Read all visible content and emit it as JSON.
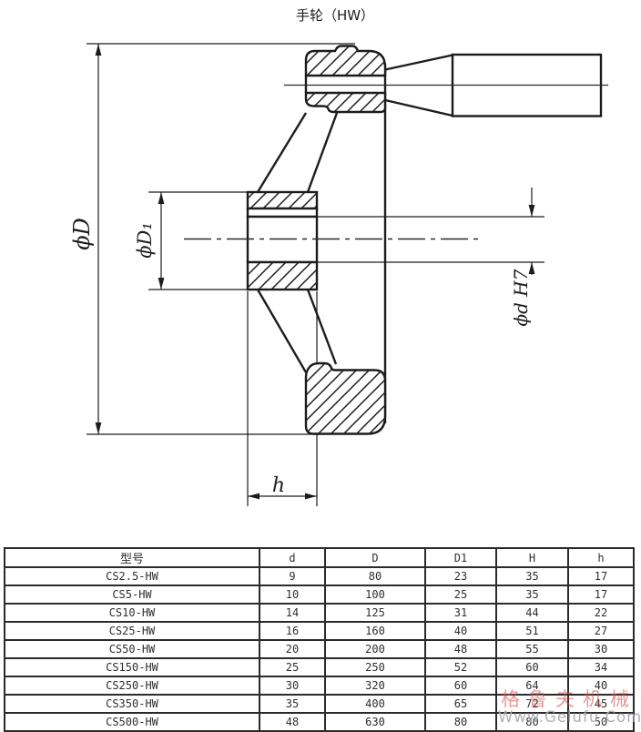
{
  "title": "手轮（HW）",
  "drawing": {
    "labels": {
      "outer_diameter": "ϕD",
      "hub_outer_diameter": "ϕD₁",
      "bore_diameter": "ϕd H7",
      "hub_width": "h"
    }
  },
  "table": {
    "headers": [
      "型号",
      "d",
      "D",
      "D1",
      "H",
      "h"
    ],
    "rows": [
      {
        "cells": [
          "CS2.5-HW",
          "9",
          "80",
          "23",
          "35",
          "17"
        ]
      },
      {
        "cells": [
          "CS5-HW",
          "10",
          "100",
          "25",
          "35",
          "17"
        ]
      },
      {
        "cells": [
          "CS10-HW",
          "14",
          "125",
          "31",
          "44",
          "22"
        ]
      },
      {
        "cells": [
          "CS25-HW",
          "16",
          "160",
          "40",
          "51",
          "27"
        ]
      },
      {
        "cells": [
          "CS50-HW",
          "20",
          "200",
          "48",
          "55",
          "30"
        ]
      },
      {
        "cells": [
          "CS150-HW",
          "25",
          "250",
          "52",
          "60",
          "34"
        ]
      },
      {
        "cells": [
          "CS250-HW",
          "30",
          "320",
          "60",
          "64",
          "40"
        ]
      },
      {
        "cells": [
          "CS350-HW",
          "35",
          "400",
          "65",
          "72",
          "45"
        ]
      },
      {
        "cells": [
          "CS500-HW",
          "48",
          "630",
          "80",
          "80",
          "50"
        ]
      }
    ]
  },
  "watermark": {
    "brand_cn": "格鲁夫机械",
    "url_text": "Www.Gelufu.Com"
  },
  "colors": {
    "line": "#1c1c1c",
    "watermark_red": "#d55555",
    "watermark_gray": "#acacac"
  }
}
